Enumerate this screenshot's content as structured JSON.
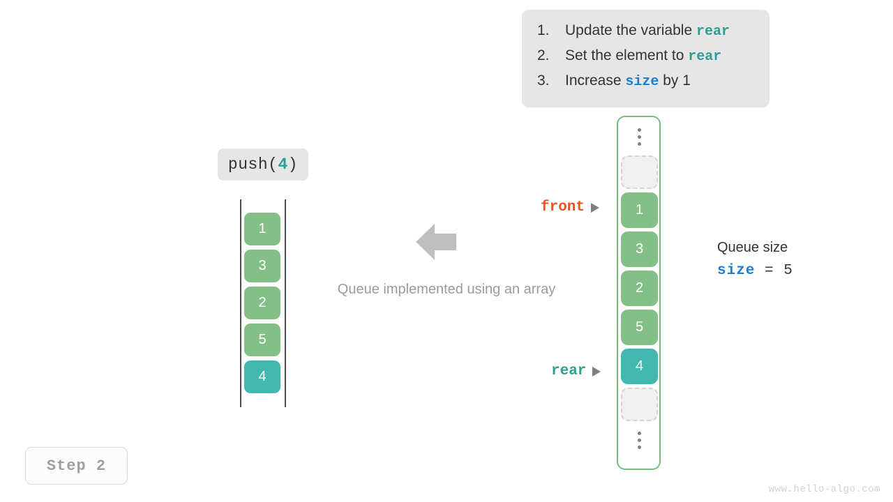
{
  "instructions": {
    "steps": [
      {
        "num": "1.",
        "pre": "Update the variable ",
        "keyword": "rear",
        "keyword_kind": "rear",
        "post": ""
      },
      {
        "num": "2.",
        "pre": "Set the element to ",
        "keyword": "rear",
        "keyword_kind": "rear",
        "post": ""
      },
      {
        "num": "3.",
        "pre": "Increase ",
        "keyword": "size",
        "keyword_kind": "size",
        "post": " by 1"
      }
    ]
  },
  "operation": {
    "name": "push(",
    "arg": "4",
    "close": ")"
  },
  "left_array": {
    "cells": [
      {
        "value": "1",
        "color": "green"
      },
      {
        "value": "3",
        "color": "green"
      },
      {
        "value": "2",
        "color": "green"
      },
      {
        "value": "5",
        "color": "green"
      },
      {
        "value": "4",
        "color": "teal"
      }
    ]
  },
  "middle": {
    "arrow_icon": "arrow-left-icon",
    "caption": "Queue implemented using an array"
  },
  "right_array": {
    "top_ellipsis": "vertical-ellipsis-icon",
    "bottom_ellipsis": "vertical-ellipsis-icon",
    "slots": [
      {
        "kind": "empty",
        "value": ""
      },
      {
        "kind": "filled",
        "value": "1",
        "color": "green"
      },
      {
        "kind": "filled",
        "value": "3",
        "color": "green"
      },
      {
        "kind": "filled",
        "value": "2",
        "color": "green"
      },
      {
        "kind": "filled",
        "value": "5",
        "color": "green"
      },
      {
        "kind": "filled",
        "value": "4",
        "color": "teal"
      },
      {
        "kind": "empty",
        "value": ""
      }
    ]
  },
  "pointers": {
    "front": {
      "label": "front"
    },
    "rear": {
      "label": "rear"
    }
  },
  "size_readout": {
    "title": "Queue size",
    "keyword": "size",
    "operator": "=",
    "value": "5"
  },
  "step_badge": {
    "label": "Step 2"
  },
  "watermark": {
    "text": "www.hello-algo.com"
  },
  "colors": {
    "green": "#85bf88",
    "teal": "#43b8b0",
    "front_orange": "#e8551d",
    "rear_teal": "#2ca195",
    "size_blue": "#1a7fd4",
    "panel_gray": "#e6e6e6",
    "container_green": "#79bd7e",
    "text_dark": "#333333",
    "caption_gray": "#9b9b9b"
  }
}
